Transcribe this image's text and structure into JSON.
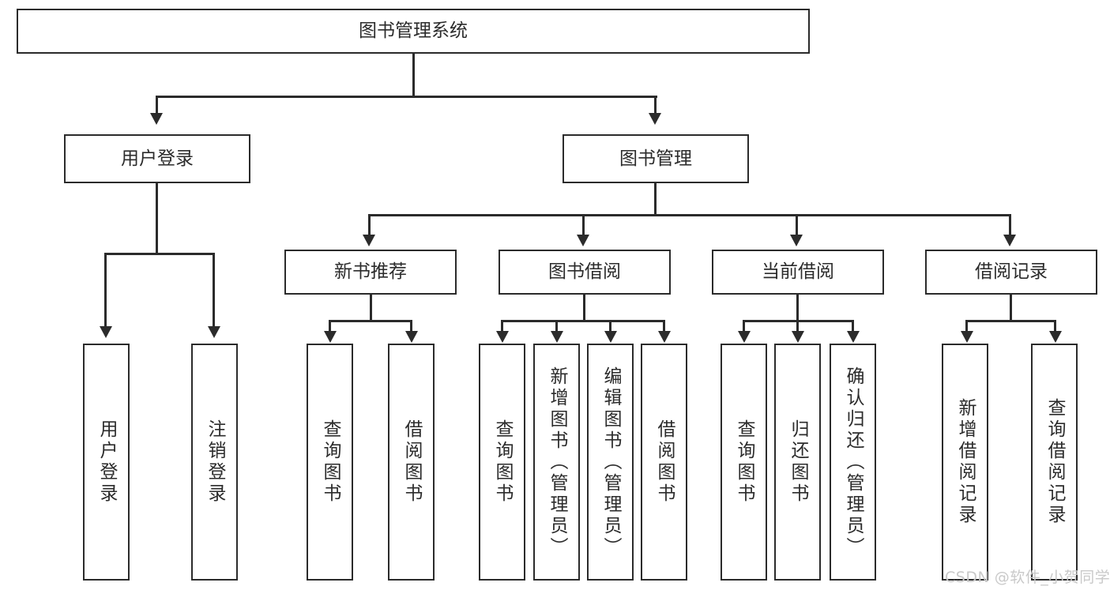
{
  "diagram": {
    "title": "图书管理系统",
    "type": "功能结构图",
    "watermark": "CSDN @软件_小贺同学",
    "colors": {
      "stroke": "#2b2b2b",
      "fill": "#ffffff",
      "background": "#ffffff",
      "watermark": "#c9c9c9"
    }
  },
  "root": {
    "label": "图书管理系统"
  },
  "level1": [
    {
      "label": "用户登录"
    },
    {
      "label": "图书管理"
    }
  ],
  "level2": [
    {
      "label": "新书推荐"
    },
    {
      "label": "图书借阅"
    },
    {
      "label": "当前借阅"
    },
    {
      "label": "借阅记录"
    }
  ],
  "leaves": {
    "user_login": [
      {
        "label": "用户登录"
      },
      {
        "label": "注销登录"
      }
    ],
    "new_book_recommend": [
      {
        "label": "查询图书"
      },
      {
        "label": "借阅图书"
      }
    ],
    "book_borrow": [
      {
        "label": "查询图书"
      },
      {
        "label": "新增图书（管理员）"
      },
      {
        "label": "编辑图书（管理员）"
      },
      {
        "label": "借阅图书"
      }
    ],
    "current_borrow": [
      {
        "label": "查询图书"
      },
      {
        "label": "归还图书"
      },
      {
        "label": "确认归还（管理员）"
      }
    ],
    "borrow_record": [
      {
        "label": "新增借阅记录"
      },
      {
        "label": "查询借阅记录"
      }
    ]
  }
}
